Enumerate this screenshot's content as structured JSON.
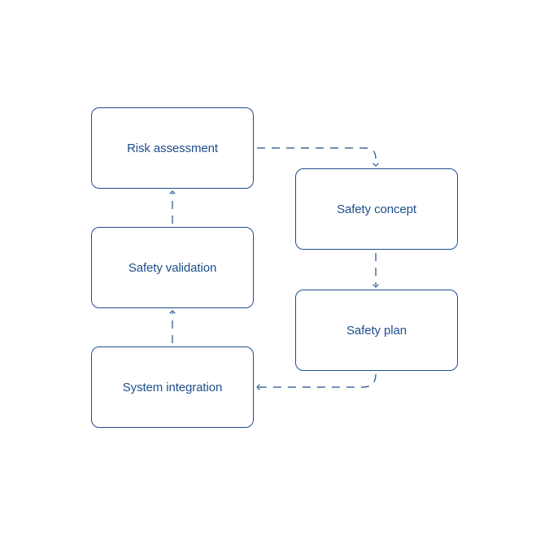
{
  "diagram": {
    "accent_color": "#1e4e8c",
    "nodes": {
      "risk_assessment": "Risk assessment",
      "safety_concept": "Safety concept",
      "safety_plan": "Safety plan",
      "system_integration": "System integration",
      "safety_validation": "Safety validation"
    },
    "edges": [
      {
        "from": "risk_assessment",
        "to": "safety_concept",
        "style": "dashed"
      },
      {
        "from": "safety_concept",
        "to": "safety_plan",
        "style": "dashed"
      },
      {
        "from": "safety_plan",
        "to": "system_integration",
        "style": "dashed"
      },
      {
        "from": "system_integration",
        "to": "safety_validation",
        "style": "dashed"
      },
      {
        "from": "safety_validation",
        "to": "risk_assessment",
        "style": "dashed"
      }
    ]
  }
}
